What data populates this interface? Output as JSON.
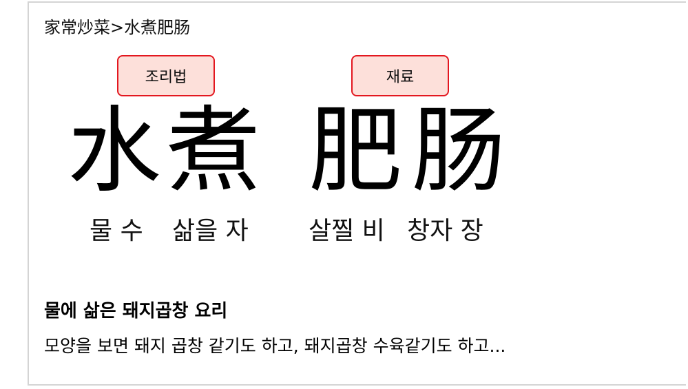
{
  "breadcrumb": "家常炒菜>水煮肥肠",
  "tags": {
    "method": "조리법",
    "ingredient": "재료"
  },
  "hanja": {
    "method": [
      "水",
      "煮"
    ],
    "ingredient": [
      "肥",
      "肠"
    ]
  },
  "readings": {
    "method": [
      "물 수",
      "삶을 자"
    ],
    "ingredient": [
      "살찔 비",
      "창자 장"
    ]
  },
  "dish": {
    "title": "물에 삶은 돼지곱창 요리",
    "description": "모양을 보면 돼지 곱창 같기도 하고, 돼지곱창 수육같기도 하고..."
  }
}
